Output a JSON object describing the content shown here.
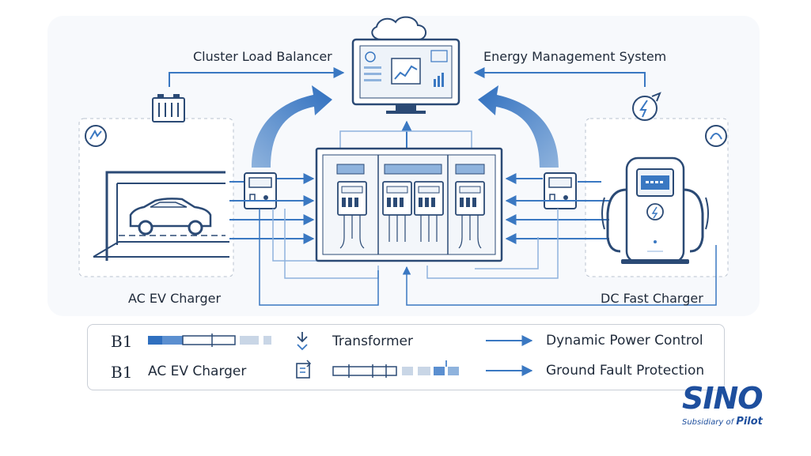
{
  "labels": {
    "cluster_load_balancer": "Cluster Load Balancer",
    "energy_management_system": "Energy Management System",
    "ac_ev_charger": "AC EV Charger",
    "dc_fast_charger": "DC Fast Charger"
  },
  "legend": {
    "row1": {
      "code": "B1",
      "middle": "Transformer",
      "right": "Dynamic Power Control"
    },
    "row2": {
      "code": "B1",
      "left": "AC EV Charger",
      "right": "Ground Fault Protection"
    }
  },
  "logo": {
    "brand": "SINO",
    "sub_prefix": "Subsidiary of",
    "sub_brand": "Pilot"
  },
  "colors": {
    "line_dark": "#2b4a75",
    "accent_blue": "#3a78c2",
    "light_blue": "#8fb3dd",
    "pale": "#eef3f9"
  },
  "icons": [
    "cloud-icon",
    "monitor-icon",
    "battery-icon",
    "leaf-bolt-icon",
    "car-icon",
    "charger-pump-icon",
    "switchgear-icon",
    "meter-icon",
    "transformer-icon"
  ]
}
